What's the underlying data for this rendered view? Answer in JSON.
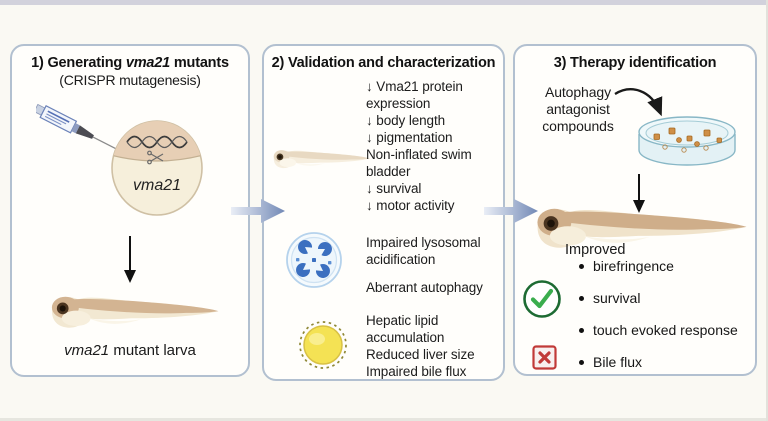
{
  "figure": {
    "panel1": {
      "title_prefix": "1) Generating ",
      "title_gene": "vma21",
      "title_suffix": " mutants",
      "subtitle": "(CRISPR mutagenesis)",
      "egg_label": "vma21",
      "caption_gene": "vma21",
      "caption_rest": " mutant larva"
    },
    "panel2": {
      "title": "2) Validation and characterization",
      "phenotypes": [
        "↓ Vma21 protein expression",
        "↓ body length",
        "↓ pigmentation",
        "Non-inflated swim bladder",
        "↓ survival",
        "↓ motor activity"
      ],
      "lysosome_text": "Impaired lysosomal acidification",
      "autophagy_text": "Aberrant autophagy",
      "liver_lines": [
        "Hepatic lipid accumulation",
        "Reduced liver size",
        "Impaired bile flux"
      ]
    },
    "panel3": {
      "title": "3) Therapy identification",
      "compound_label": "Autophagy antagonist compounds",
      "improved_label": "Improved",
      "outcomes": [
        "birefringence",
        "survival",
        "touch evoked response",
        "Bile flux"
      ]
    }
  },
  "colors": {
    "page-bg": "#faf9f3",
    "panel-bg": "#fffefb",
    "panel-border": "#b2c0d0",
    "top-bar": "#d2d2dc",
    "flow-arrow-blue": "#7289b6",
    "check-green": "#3aad4e",
    "check-ring-green": "#1d6b33",
    "cross-red": "#c13a38",
    "lysosome-blue": "#3b6fc0",
    "lipid-yellow": "#f4e254",
    "dish-blue": "#88b7c6",
    "compound-orange": "#cf8f47",
    "larva-tan": "#d3b492",
    "larva-pale": "#e8d9c2"
  }
}
